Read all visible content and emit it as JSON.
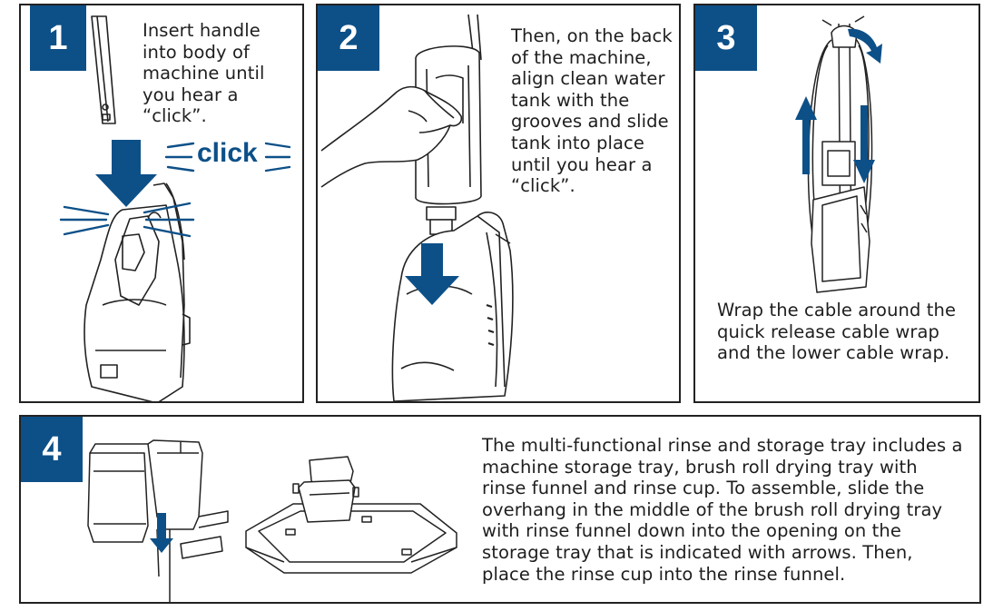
{
  "steps": [
    {
      "number": "1",
      "text": "Insert handle into body of machine until you hear a “click”.",
      "callout": "click"
    },
    {
      "number": "2",
      "text": "Then, on the back of the machine, align clean water tank with the grooves and slide tank into place until you hear a “click”."
    },
    {
      "number": "3",
      "text": "Wrap the cable around the quick release cable wrap and the lower cable wrap."
    },
    {
      "number": "4",
      "text": "The multi-functional rinse and storage tray includes a machine storage tray, brush roll drying tray with rinse funnel and rinse cup. To assemble, slide the overhang in the middle of the brush roll drying tray with rinse funnel down into the opening on the storage tray that is indicated with arrows. Then, place the rinse cup into the rinse funnel."
    }
  ],
  "colors": {
    "accent": "#0d5088",
    "outline": "#222222"
  }
}
